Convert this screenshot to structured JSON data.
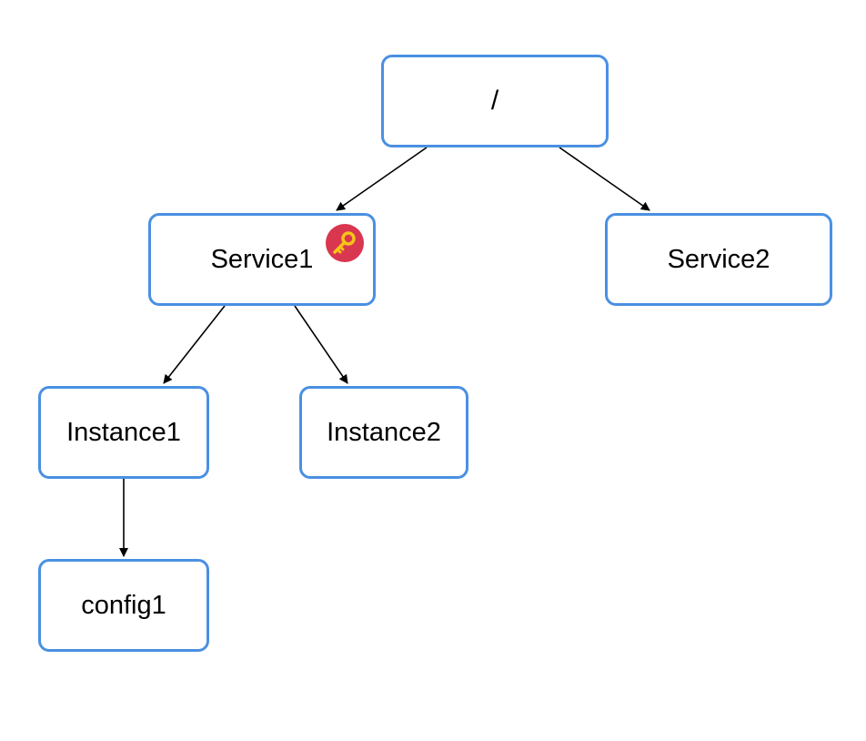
{
  "nodes": {
    "root": {
      "label": "/"
    },
    "service1": {
      "label": "Service1"
    },
    "service2": {
      "label": "Service2"
    },
    "instance1": {
      "label": "Instance1"
    },
    "instance2": {
      "label": "Instance2"
    },
    "config1": {
      "label": "config1"
    }
  },
  "edges": [
    {
      "from": "root",
      "to": "service1"
    },
    {
      "from": "root",
      "to": "service2"
    },
    {
      "from": "service1",
      "to": "instance1"
    },
    {
      "from": "service1",
      "to": "instance2"
    },
    {
      "from": "instance1",
      "to": "config1"
    }
  ],
  "badges": {
    "service1_key": {
      "icon": "key-icon",
      "background": "#d9364f",
      "icon_color": "#f5c518"
    }
  },
  "colors": {
    "node_border": "#4a90e2",
    "edge": "#000000",
    "background": "#ffffff"
  }
}
